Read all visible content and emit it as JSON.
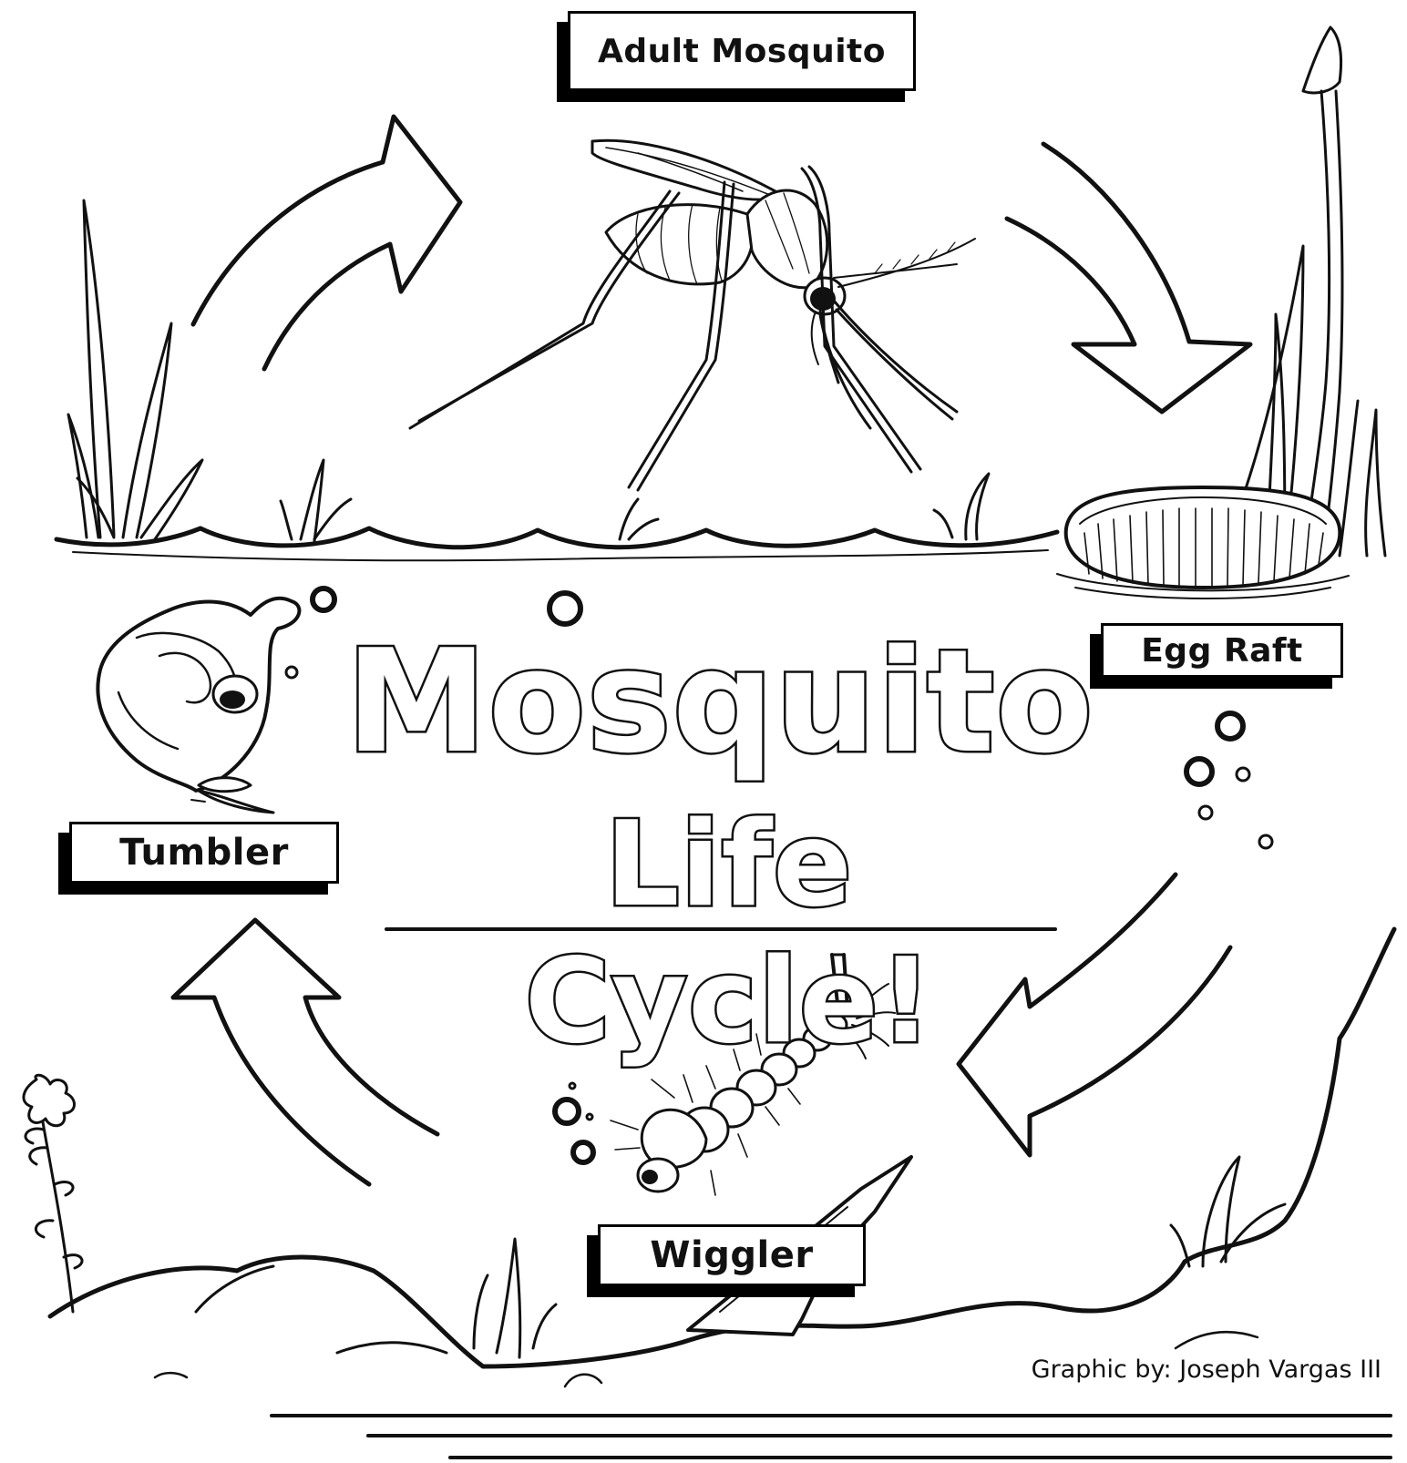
{
  "title": {
    "line1": "Mosquito",
    "line2": "Life Cycle!"
  },
  "stages": {
    "adult": "Adult Mosquito",
    "egg": "Egg Raft",
    "larva": "Wiggler",
    "pupa": "Tumbler"
  },
  "credit": "Graphic by:  Joseph Vargas III",
  "colors": {
    "ink": "#111111",
    "paper": "#ffffff"
  }
}
